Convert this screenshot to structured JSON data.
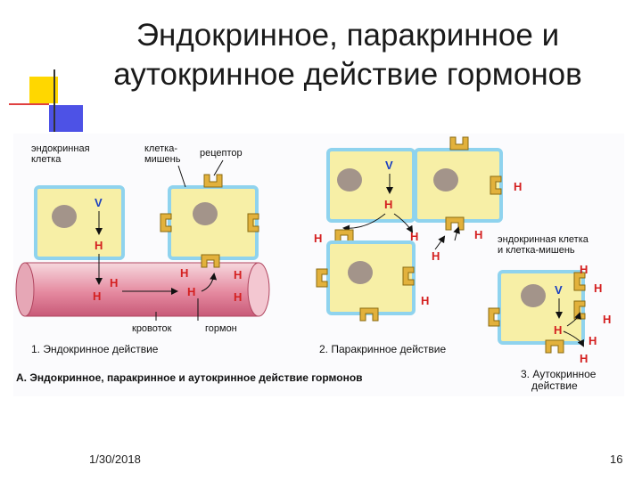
{
  "slide": {
    "title": "Эндокринное, паракринное и аутокринное действие гормонов",
    "date": "1/30/2018",
    "page": "16"
  },
  "figure": {
    "labels": {
      "endocrine_cell": [
        "эндокринная",
        "клетка"
      ],
      "target_cell": [
        "клетка-",
        "мишень"
      ],
      "receptor": "рецептор",
      "bloodstream": "кровоток",
      "hormone": "гормон",
      "endo_target": [
        "эндокринная клетка",
        "и клетка-мишень"
      ]
    },
    "captions": {
      "endocrine": "1. Эндокринное действие",
      "paracrine": "2. Паракринное действие",
      "autocrine": [
        "3. Аутокринное",
        "действие"
      ],
      "main": "А. Эндокринное, паракринное и аутокринное действие гормонов"
    },
    "symbols": {
      "hormone": "H",
      "vesicle": "V"
    }
  },
  "colors": {
    "cell": "#f7efa6",
    "cell_border": "#8fd3ee",
    "nucleus": "#a3948a",
    "receptor": "#e2b13c",
    "hormone": "#d42020",
    "vesicle": "#1b3fbf"
  }
}
